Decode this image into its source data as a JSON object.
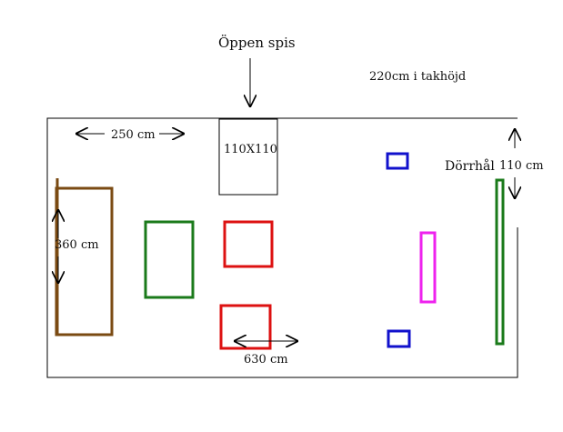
{
  "labels": {
    "fireplace": "Öppen spis",
    "ceiling_height": "220cm i takhöjd",
    "width_top": "250 cm",
    "fireplace_size": "110X110",
    "doorway": "Dörrhål",
    "door_width": "110 cm",
    "left_height": "360 cm",
    "length_bottom": "630 cm"
  },
  "colors": {
    "wall": "#000000",
    "brown": "#7a4a12",
    "green": "#1a7a1a",
    "red": "#dd1111",
    "blue": "#1111cc",
    "magenta": "#ee22ee"
  }
}
